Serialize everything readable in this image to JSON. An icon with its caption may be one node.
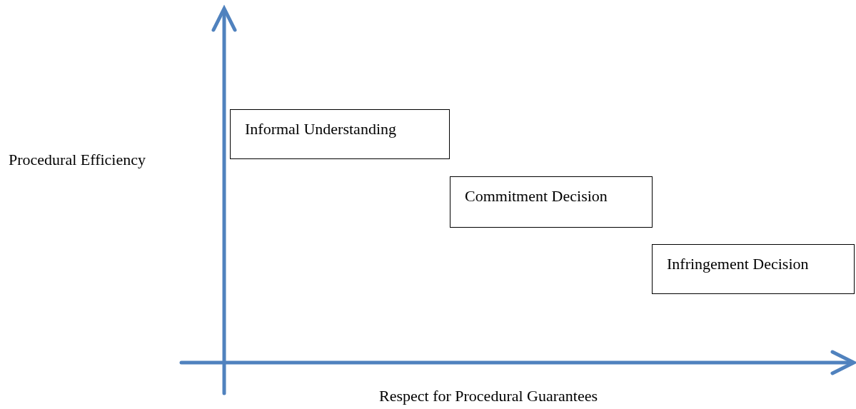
{
  "diagram": {
    "nodes": [
      {
        "text": [
          "Informal Understanding"
        ]
      },
      {
        "text": [
          "Commitment Decision"
        ]
      },
      {
        "text": [
          "Infringement Decision"
        ]
      }
    ],
    "labels": [
      "Procedural Efficiency",
      "Respect for Procedural Guarantees"
    ]
  }
}
